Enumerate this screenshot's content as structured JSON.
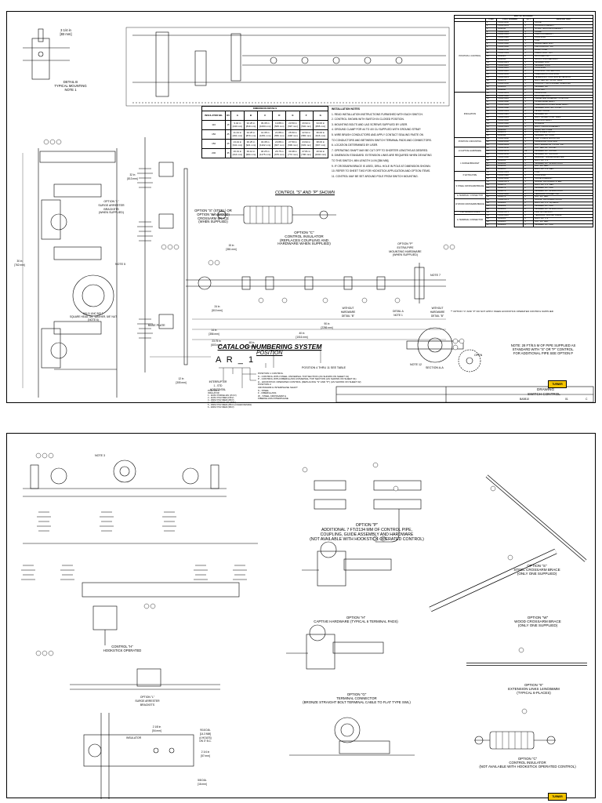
{
  "sheet1": {
    "detail_b": "DETAIL B\nTYPICAL MOUNTING\nNOTE 1",
    "dim_top_small": "3 1/4 in\n[83 mm]",
    "section_title": "CONTROL \"S\" AND \"P\" SHOWN",
    "option_s_w": "OPTION \"S\" (STEEL) OR\nOPTION \"W\" (WOOD)\nCROSSARM BRACE\n(WHEN SUPPLIED)",
    "option_c": "OPTION \"C\"\nCONTROL INSULATOR\n(REPLACES COUPLING AND\nHARDWARE WHEN SUPPLIED)",
    "option_p": "OPTION \"P\"\nEXTRA PIPE\nMOUNTING HARDWARE\n(WHEN SUPPLIED)",
    "option_l": "OPTION \"L\"\nSURGE ARRESTER\nBRACKETS\n(WHEN SUPPLIED)",
    "note_5": "NOTE 5",
    "note_7": "NOTE 7",
    "base_plate": "BASE PLATE",
    "bolt_note": "5/8-11 UNC BOLT\nSQUARE HEAD, 3/4\" WASHER, 5/8\" NUT\n(NOTE 6)",
    "without_hardware_a": "WITHOUT\nHARDWARE\nDETAIL \"B\"",
    "without_hardware_b": "WITHOUT\nHARDWARE\nDETAIL \"B\"",
    "detail_a": "DETAIL A\nNOTE 1",
    "section_aa": "SECTION A-A",
    "open_label": "OPEN",
    "note_12": "NOTE 12",
    "pipe_note": "NOTE: 28 FT/8.5 M OF PIPE SUPPLIED AS\nSTANDARD WITH \"S\" OR \"P\" CONTROL.\nFOR ADDITIONAL PIPE SEE OPTION P",
    "option_note": "** OPTION \"C\" AND \"P\" DO NOT APPLY WHEN HOOKSTICK OPERATED CONTROL SUPPLIED",
    "dims": {
      "d1": "15 in\n[381 mm]",
      "d2": "40 in\n[1016 mm]",
      "d3": "24 in\n[610 mm]",
      "d4": "90 in\n[2286 mm]",
      "d5": "48 in\n[1219 mm]",
      "d6": "32 in\n[813 mm]",
      "d7": "30 in\n[762 mm]",
      "d8": "12 in\n[305 mm]",
      "d9": "14 in\n[356 mm]",
      "d10": "23.75 in\n[603 mm]"
    },
    "catalog": {
      "title": "CATALOG NUMBERING SYSTEM",
      "position": "POSITION",
      "code": "A R _ 1",
      "interrupter": "INTERRUPTER\n1 - STD\nHORIZONTAL",
      "position_note": "POSITION 4 THRU 11 SEE TABLE",
      "items": [
        "POSITION 1 CONTROL",
        "S - CONTROL WITH STEEL UNIVERSAL TOP SECTION (AS SHOWN ON SHEET 01)",
        "P - CONTROL WITH FIBERGLASS UNIVERSAL TOP SECTION (AS SHOWN ON SHEET 01)",
        "H - HOOKSTICK OPERATED CONTROL (REPLACING \"S\" AND \"P\") (AS SHOWN ON SHEET 02)",
        "POSITION 2",
        "CROSSARM & INTERPHASE SHAFT",
        "S - STEEL",
        "F - FIBERGLASS",
        "W - STEEL CROSSARM &",
        "    FIBERGLASS INTERPHASE"
      ],
      "insulators": [
        "POSITION 3",
        "INSULATOR",
        "1 - 110KV PORCELAIN (15 KV)",
        "2 - 110KV POLYMER (15KV)",
        "3 - 150KV POLYMER (25KV)",
        "4 - 150KV PORCELAIN (25KV)",
        "5 - 150KV POLYMER (25KV) (3-SHED DESIGN)",
        "6 - 200KV POLYMER (35KV)"
      ]
    },
    "dim_table": {
      "title": "DIMENSION DETAILS",
      "headers": [
        "INSULATOR BIL",
        "KV",
        "A",
        "B",
        "C",
        "D",
        "E",
        "F",
        "G"
      ],
      "rows": [
        [
          "110",
          "15",
          "9.44 in\n[240 mm]",
          "32.25 in\n[819 mm]",
          "39.38 in\n[1000 mm]",
          "19.88 in\n[505 mm]",
          "23.50 in\n[597 mm]",
          "20.94 in\n[532 mm]",
          "34.06 in\n[865 mm]"
        ],
        [
          "150",
          "25",
          "11.44 in\n[291 mm]",
          "34.25 in\n[870 mm]",
          "41.38 in\n[1051 mm]",
          "21.88 in\n[556 mm]",
          "25.50 in\n[648 mm]",
          "22.94 in\n[583 mm]",
          "36.06 in\n[916 mm]"
        ],
        [
          "150",
          "25",
          "13.44 in\n[341 mm]",
          "36.25 in\n[921 mm]",
          "43.38 in\n[1102 mm]",
          "23.88 in\n[607 mm]",
          "27.50 in\n[699 mm]",
          "24.94 in\n[633 mm]",
          "38.06 in\n[967 mm]"
        ],
        [
          "200",
          "35",
          "16.31 in\n[414 mm]",
          "39.12 in\n[994 mm]",
          "46.25 in\n[1175 mm]",
          "26.75 in\n[679 mm]",
          "30.38 in\n[772 mm]",
          "27.81 in\n[706 mm]",
          "40.94 in\n[1040 mm]"
        ]
      ]
    },
    "notes": {
      "title": "INSTALLATION NOTES",
      "items": [
        "1. READ INSTALLATION INSTRUCTIONS FURNISHED WITH EACH SWITCH.",
        "2. CONTROL SHOWN WITH SWITCH IN CLOSED POSITION.",
        "3. MOUNTING BOLTS AND LAG SCREWS SUPPLIED BY USER.",
        "4. GROUND CLAMP FOR #4 TO 4/0 CU SUPPLIED WITH GROUND STRAP.",
        "5. WIRE BRUSH CONDUCTORS AND APPLY CONTACT SEALING PASTE ON",
        "   TO CONDUCTORS AND BETWEEN SWITCH TERMINAL PADS AND CONNECTORS.",
        "6. LOCATION DETERMINED BY USER.",
        "7. OPERATING SHAFT MAY BE CUT OFF TO SHORTER LENGTHS AS DESIRED.",
        "8. DIMENSION STANDARD. EXTENSION LINKS ARE REQUIRED WHEN DEVIATING",
        "   TO THIS SWITCH, MIN LENGTH 14 IN [356 MM].",
        "9. IF CROSSARM BRACE IS USED, DRILL HOLE IN POLE AT DIMENSION SHOWN.",
        "10. REFER TO SHEET TWO FOR HOOKSTICK APPLICATION AND OPTION ITEMS.",
        "11. CONTROL MAY BE SET AROUND POLE FROM SWITCH MOUNTING."
      ]
    },
    "bom": {
      "title": "BILL OF MATERIAL",
      "headers": [
        "ITEM",
        "PART NUMBER",
        "QTY",
        "DESCRIPTION"
      ],
      "groups": [
        {
          "name": "POSITION 1 CONTROL",
          "rows": [
            [
              "1",
              "PRG5-0260",
              "1",
              "GUIDE"
            ],
            [
              "2",
              "PRG5-0261",
              "1",
              "HANDLE ASSEMBLY"
            ],
            [
              "3",
              "2090011",
              "1",
              "STRAP, GROUND ASSEMBLY"
            ],
            [
              "4",
              "PRG5-0163",
              "1",
              "CLAMP"
            ],
            [
              "5",
              "PRG5-0195",
              "1",
              "CLEVIS ASSEMBLY"
            ],
            [
              "6",
              "PRG5-0128",
              "1",
              "COUPLING"
            ],
            [
              "7",
              "PRG5-0143",
              "1",
              "PIPE"
            ],
            [
              "8",
              "PRG5-0380",
              "1",
              "BRAKE HEAD BOLT"
            ],
            [
              "9",
              "PRG5-0360",
              "1",
              "PAD LOCKOUT, 3/8"
            ],
            [
              "10",
              "PRG5-0750",
              "1",
              "BAND, POLE"
            ],
            [
              "11",
              "PRG5-0183",
              "1",
              "CHECK BOLT, NUT"
            ],
            [
              "12",
              "2090025",
              "2",
              "1/2-13 HEX NUT"
            ],
            [
              "13",
              "2090030",
              "2",
              "1/2-13 X 1-1/2 HEX BOLT"
            ],
            [
              "14",
              "PRG5-0221",
              "1",
              "WASHER, FLAT"
            ],
            [
              "15",
              "PRG5-0222",
              "1",
              "WASHER, LOCK"
            ],
            [
              "16",
              "PRG5-0210",
              "1",
              "COUPLING"
            ],
            [
              "17",
              "PRG5-0220",
              "1",
              "CONTROL, TOP SECTION"
            ],
            [
              "18",
              "PRG5-0202",
              "1",
              "FIBERGLASS COUPLING"
            ],
            [
              "19",
              "PRG5-0219",
              "1",
              "LEVER ASSY, CONTROL EXTENSION"
            ],
            [
              "20",
              "2090078",
              "2",
              "BOLT, HEX 5/8\" X1-1/2\" GALV."
            ],
            [
              "21",
              "PRG5-0156",
              "1",
              "LOCKOUT, OR PLUNGER OPERATED"
            ],
            [
              "22",
              "2090100",
              "2",
              "WASHER, 5/8\""
            ],
            [
              "23",
              "2090110",
              "2",
              "LOCK NUT"
            ]
          ]
        },
        {
          "name": "INSULATION",
          "rows": [
            [
              "24",
              "PRG5-0001",
              "6",
              "INSULATOR"
            ],
            [
              "25",
              "PRG5-0340",
              "6",
              "1/2-13 HEX BOLT"
            ],
            [
              "26",
              "PRG5-0345",
              "6",
              "PHASE BAR ASSEMBLY, POSITION"
            ],
            [
              "27",
              "PRG5-0368",
              "1",
              "INTERPHASE SHAFT"
            ],
            [
              "28",
              "PRG5-0369",
              "1",
              "FIBERGLASS INTERPHASE SHAFT"
            ],
            [
              "29",
              "PRG5-0388",
              "2",
              "WASHER, FLAT, 3/4\" X 1-1/2\""
            ],
            [
              "30",
              "PRG5-0383",
              "1",
              "LEVER, CRANK"
            ],
            [
              "31",
              "PRG5-0320",
              "6",
              "WASHER, 1/2\""
            ],
            [
              "32",
              "PRG5-0334",
              "1",
              "BOLT, 5/8 HEX, 1-1/2\" GALV."
            ],
            [
              "33",
              "PRG5-0366",
              "1",
              "CONTROL SHAFT"
            ],
            [
              "34",
              "PRG5-0390",
              "2",
              "BUSHING"
            ],
            [
              "35",
              "PRG5-0391",
              "1",
              "BOLT, J HOOK ASSEMBLY"
            ],
            [
              "36",
              "2090050",
              "2",
              "BAND, GUY POLE"
            ],
            [
              "37",
              "2090071",
              "4",
              "LAG SCREW, 1/2 X 4"
            ],
            [
              "38",
              "2090094",
              "2",
              "WASHER, 5/8\" LOCK"
            ]
          ]
        },
        {
          "name": "POSITION 4 MOUNTING",
          "rows": [
            [
              "39",
              "PRG5-0080",
              "1",
              "CAP, STRESS MOUNTING"
            ],
            [
              "40",
              "PRG5-1002",
              "1",
              "INSULATOR, CONTROL"
            ],
            [
              "41",
              "PRG5-0039",
              "1",
              "BOLT, EAGLE 1/2\" X 2-1/2\" SST"
            ]
          ]
        },
        {
          "name": "H CAPTIVE HARDWARE",
          "rows": [
            [
              "42",
              "PRG5-0050",
              "6",
              "NUT, HEX 1/2\" SS PAD"
            ],
            [
              "43",
              "PRG5-0051",
              "12",
              "WASHER, 1/2\" SS FLAT"
            ],
            [
              "44",
              "PRG5-0052",
              "6",
              "WASHER, 1/2\" SS LOCK"
            ]
          ]
        },
        {
          "name": "L SURGE BRACKET",
          "rows": [
            [
              "45",
              "PRG5-0180",
              "3",
              "BRACKET, SURGE ARRESTER"
            ],
            [
              "46",
              "2090161",
              "6",
              "BOLT, 1/2\" X 2\""
            ],
            [
              "47",
              "2090162",
              "6",
              "WASHER, 1/2\" SPRING LOCK"
            ],
            [
              "48",
              "2090163",
              "6",
              "NUT, 1/2\" HEX"
            ],
            [
              "49",
              "2090165",
              "6",
              "BOLT, 1/2\" X 2\" HEX"
            ]
          ]
        },
        {
          "name": "P EXTRA PIPE",
          "rows": [
            [
              "50",
              "PRG5-0143",
              "1",
              "PIPE"
            ],
            [
              "51",
              "PRG5-0128",
              "1",
              "COUPLING"
            ],
            [
              "52",
              "PRG5-0260",
              "1",
              "GUIDE ASSEMBLY"
            ]
          ]
        },
        {
          "name": "S STEEL CROSSARM BRACE",
          "rows": [
            [
              "53",
              "PRG5-0173",
              "1",
              "BRACE, CROSSARM STEEL"
            ],
            [
              "54",
              "2090171",
              "2",
              "BOLT, 1/2\" X 5\" HEX"
            ],
            [
              "55",
              "2090172",
              "2",
              "WASHER, 1/2\" FLAT"
            ],
            [
              "56",
              "2090173",
              "2",
              "WASHER, 1/2\" SPRING LOCK"
            ]
          ]
        },
        {
          "name": "G TERMINAL CONNECTOR",
          "rows": [
            [
              "57",
              "PRG5-0400",
              "6",
              "TERMINAL CONNECTOR"
            ],
            [
              "58",
              "2090174",
              "2",
              "NUT, 1/2\" HEX"
            ]
          ]
        },
        {
          "name": "W WOOD CROSSARM BRACE",
          "rows": [
            [
              "59",
              "PRG5-0174",
              "1",
              "BRACE, CROSSARM WOOD"
            ],
            [
              "60",
              "2090181",
              "2",
              "BOLT, 1/2\" X 5\" SQ NECK"
            ],
            [
              "61",
              "2090182",
              "2",
              "WASHER, 1/2\" FLAT"
            ],
            [
              "62",
              "2090183",
              "2",
              "WASHER, 1/2\" SPRING LOCK"
            ]
          ]
        },
        {
          "name": "X EXTENSION LINKS",
          "rows": [
            [
              "63",
              "PRG5-0175",
              "6",
              "LINK, EXTENSION"
            ]
          ]
        },
        {
          "name": "G TERMINAL CONNECTOR",
          "rows": [
            [
              "64",
              "PRG5-0410",
              "6",
              "TERMINAL, BOLTED CABLE"
            ],
            [
              "65",
              "2090184",
              "6",
              "BOLT, 1/2\" X 2\""
            ],
            [
              "66",
              "2090185",
              "6",
              "NUT, 1/2\" HEX"
            ],
            [
              "67",
              "2090186",
              "6",
              "WASHER, 1/2\" FLAT"
            ]
          ]
        }
      ]
    },
    "title_block": {
      "brand": "TURNER",
      "drawing": "DRAWING",
      "title": "SWITCH CONTROL",
      "number": "BA9810",
      "sheet": "01",
      "rev": "C"
    }
  },
  "sheet2": {
    "control_h": "CONTROL \"H\"\nHOOKSTICK OPERATED",
    "option_l": "OPTION \"L\"\nSURGE ARRESTER\nBRACKETS",
    "option_p": "OPTION \"P\"\nADDITIONAL 7 FT/2134 MM OF CONTROL PIPE,\nCOUPLING, GUIDE ASSEMBLY AND HARDWARE\n(NOT AVAILABLE WITH HOOKSTICK OPERATED CONTROL)",
    "option_h": "OPTION \"H\"\nCAPTIVE HARDWARE (TYPICAL 6 TERMINAL PADS)",
    "option_g": "OPTION \"G\"\nTERMINAL CONNECTOR\n(BRONZE STRAIGHT BOLT TERMINAL CABLE TO FLAT TYPE SWL)",
    "option_s": "OPTION \"S\"\nSTEEL CROSSARM BRACE\n(ONLY ONE SUPPLIED)",
    "option_w": "OPTION \"W\"\nWOOD CROSSARM BRACE\n(ONLY ONE SUPPLIED)",
    "option_x": "OPTION \"X\"\nEXTENSION LINKS 14IN/356MM\n(TYPICAL 6-PLACES)",
    "option_c": "OPTION \"C\"\nCONTROL INSULATOR\n(NOT AVAILABLE WITH HOOKSTICK OPERATED CONTROL)",
    "note_3": "NOTE 3",
    "insulator": "INSULATOR",
    "dim_a": "2 1/8 in\n[54 mm]",
    "dim_b": "9/16 DIA.\n[14.3 MM]\n(4 HOLES)\nON 3\" B.C.",
    "dim_c": "5/8 DIA.\n[16 mm]",
    "dim_d": "2 1/4 in\n[57 mm]",
    "brand": "TURNER"
  }
}
